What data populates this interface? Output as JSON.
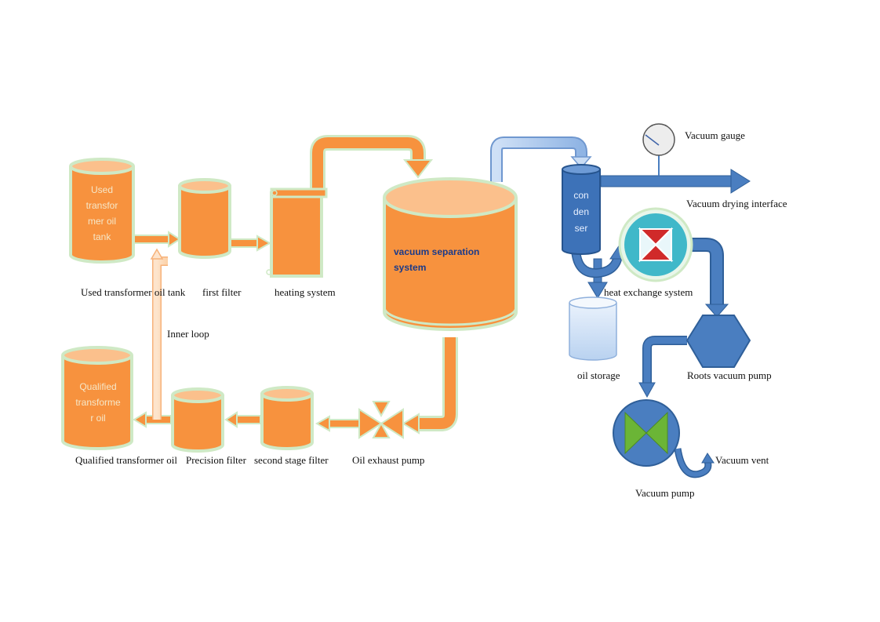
{
  "colors": {
    "orange": "#f7923e",
    "orange_light": "#fbc08c",
    "halo": "#cfe9c5",
    "blue": "#4a7ec0",
    "blue_dark": "#2f5f99",
    "cyan": "#40b8c9",
    "green": "#6bb536",
    "red": "#d02a2a"
  },
  "labels": {
    "used_tank_inner": "Used\ntransfor\nmer oil\ntank",
    "used_tank": "Used transformer oil tank",
    "first_filter": "first filter",
    "heating": "heating system",
    "vacuum_sep_inner": "vacuum separation\nsystem",
    "condenser_inner": "con\nden\nser",
    "vacuum_gauge": "Vacuum gauge",
    "vacuum_drying": "Vacuum drying interface",
    "heat_exchange": "heat exchange system",
    "oil_storage": "oil storage",
    "roots_pump": "Roots vacuum pump",
    "vacuum_pump": "Vacuum pump",
    "vacuum_vent": "Vacuum vent",
    "inner_loop": "Inner loop",
    "qualified_inner": "Qualified\ntransforme\nr oil",
    "qualified": "Qualified transformer oil",
    "precision_filter": "Precision filter",
    "second_filter": "second stage filter",
    "oil_exhaust": "Oil exhaust pump"
  }
}
